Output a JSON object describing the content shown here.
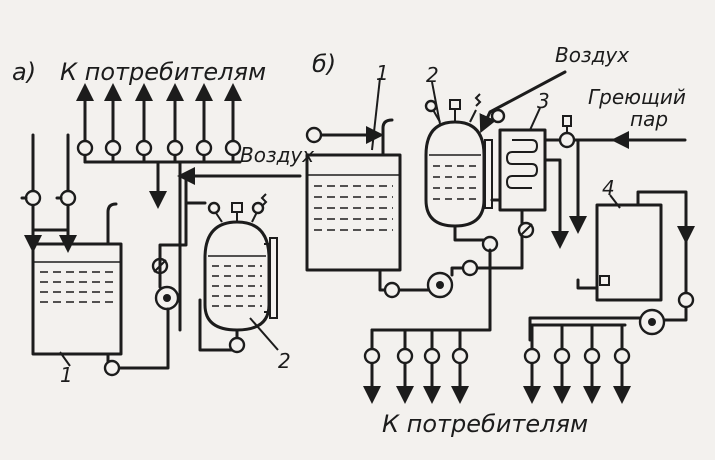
{
  "panel_a": {
    "label": "а)",
    "consumers": "К потребителям",
    "air": "Воздух",
    "num_1": "1",
    "num_2": "2"
  },
  "panel_b": {
    "label": "б)",
    "air": "Воздух",
    "steam_line1": "Греющий",
    "steam_line2": "пар",
    "num_1": "1",
    "num_2": "2",
    "num_3": "3",
    "num_4": "4",
    "consumers": "К потребителям"
  }
}
